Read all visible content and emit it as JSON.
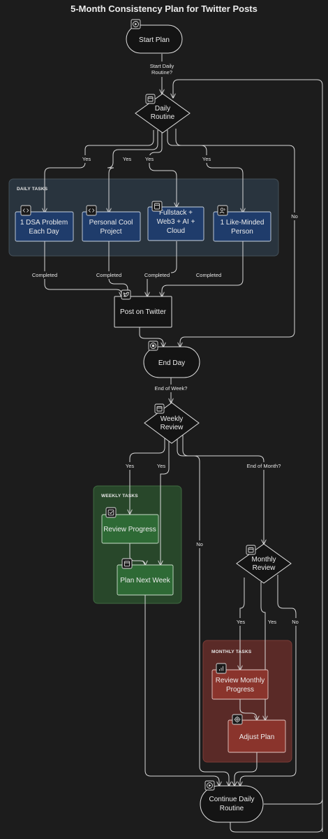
{
  "title": "5-Month Consistency Plan for Twitter Posts",
  "groups": {
    "daily": "DAILY TASKS",
    "weekly": "WEEKLY TASKS",
    "monthly": "MONTHLY TASKS"
  },
  "nodes": {
    "start_plan": [
      "Start Plan"
    ],
    "daily_routine": [
      "Daily",
      "Routine"
    ],
    "dsa": [
      "1 DSA Problem",
      "Each Day"
    ],
    "project": [
      "Personal Cool",
      "Project"
    ],
    "fullstack": [
      "Fullstack +",
      "Web3 + AI +",
      "Cloud"
    ],
    "person": [
      "1 Like-Minded",
      "Person"
    ],
    "post": [
      "Post on Twitter"
    ],
    "end_day": [
      "End Day"
    ],
    "weekly_review": [
      "Weekly",
      "Review"
    ],
    "review_progress": [
      "Review Progress"
    ],
    "plan_next_week": [
      "Plan Next Week"
    ],
    "monthly_review": [
      "Monthly",
      "Review"
    ],
    "review_monthly": [
      "Review Monthly",
      "Progress"
    ],
    "adjust_plan": [
      "Adjust Plan"
    ],
    "continue": [
      "Continue Daily",
      "Routine"
    ]
  },
  "edge_labels": {
    "start_daily": [
      "Start Daily",
      "Routine?"
    ],
    "yes": "Yes",
    "no": "No",
    "completed": "Completed",
    "end_of_week": "End of Week?",
    "end_of_month": "End of Month?"
  },
  "icons": {
    "start_plan": "play-icon",
    "daily_routine": "calendar-icon",
    "dsa": "code-icon",
    "project": "code-icon",
    "fullstack": "layers-icon",
    "person": "users-icon",
    "post": "twitter-icon",
    "end_day": "stop-icon",
    "weekly_review": "calendar-icon",
    "review_progress": "check-square-icon",
    "plan_next_week": "calendar-icon",
    "monthly_review": "calendar-icon",
    "review_monthly": "bar-chart-icon",
    "adjust_plan": "gear-icon",
    "continue": "play-icon"
  },
  "colors": {
    "background": "#1c1c1c",
    "daily_group_fill": "#2a3640",
    "daily_node_fill": "#1f3c6b",
    "weekly_group_fill": "#28472a",
    "weekly_node_fill": "#2e6a35",
    "monthly_group_fill": "#5a2a27",
    "monthly_node_fill": "#8a342c"
  }
}
